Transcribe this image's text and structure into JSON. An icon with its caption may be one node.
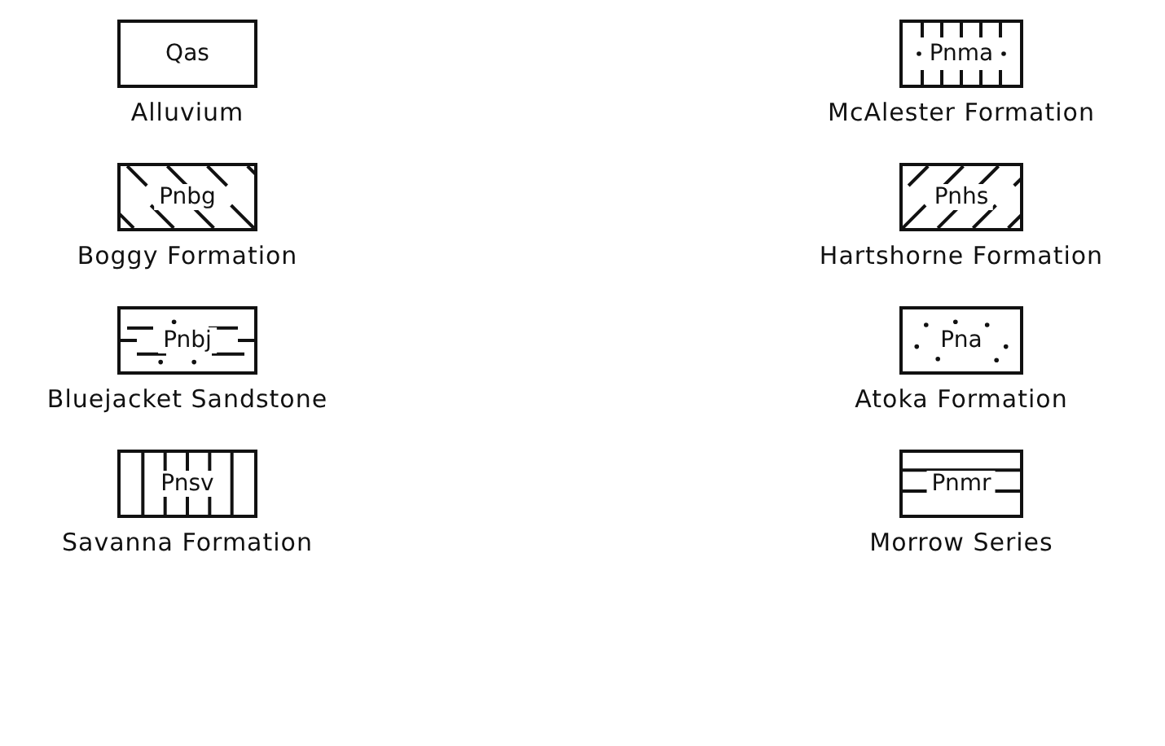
{
  "diagram": {
    "nodes": [
      {
        "text": [
          "Qas"
        ],
        "beside": [
          "Alluvium"
        ]
      },
      {
        "text": [
          "Pnbg"
        ],
        "beside": [
          "Boggy Formation"
        ]
      },
      {
        "text": [
          "Pnbj"
        ],
        "beside": [
          "Bluejacket Sandstone"
        ]
      },
      {
        "text": [
          "Pnsv"
        ],
        "beside": [
          "Savanna Formation"
        ]
      },
      {
        "text": [
          "Pnma"
        ],
        "beside": [
          "McAlester Formation"
        ]
      },
      {
        "text": [
          "Pnhs"
        ],
        "beside": [
          "Hartshorne Formation"
        ]
      },
      {
        "text": [
          "Pna"
        ],
        "beside": [
          "Atoka Formation"
        ]
      },
      {
        "text": [
          "Pnmr"
        ],
        "beside": [
          "Morrow Series"
        ]
      }
    ],
    "edges": []
  }
}
